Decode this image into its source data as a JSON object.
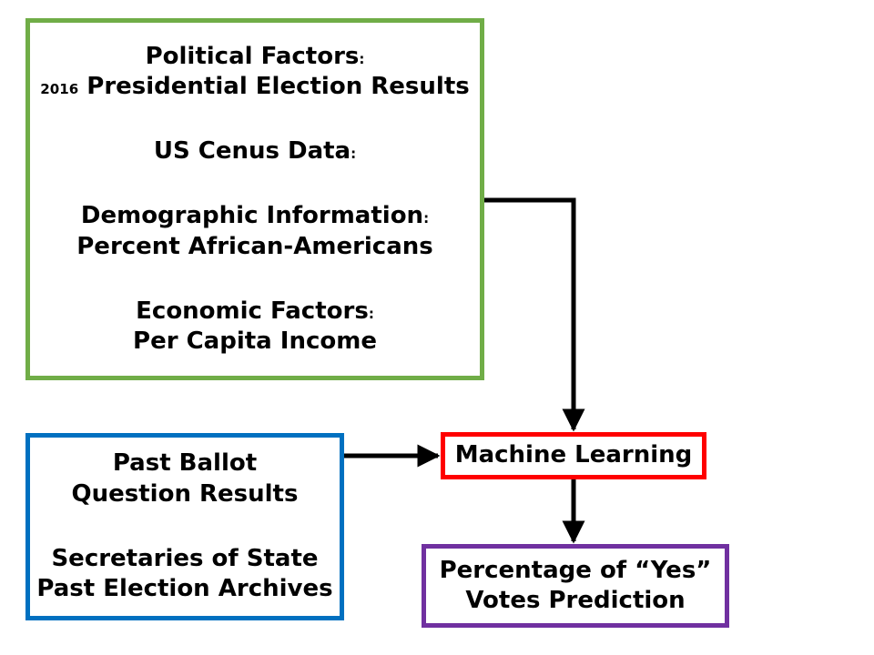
{
  "colors": {
    "green_border": "#70ad47",
    "blue_border": "#0070c0",
    "red_border": "#ff0000",
    "purple_border": "#7030a0",
    "arrow": "#000000"
  },
  "green_box": {
    "political_label": "Political Factors",
    "political_colon": ":",
    "year": "2016",
    "election_results": "Presidential Election Results",
    "census_label": "US Cenus Data",
    "census_colon": ":",
    "demographic_label": "Demographic Information",
    "demographic_colon": ":",
    "demographic_detail": "Percent African-Americans",
    "economic_label": "Economic Factors",
    "economic_colon": ":",
    "economic_detail": "Per Capita Income"
  },
  "blue_box": {
    "line1": "Past Ballot",
    "line2": "Question Results",
    "line3": "Secretaries of State",
    "line4": "Past Election Archives"
  },
  "red_box": {
    "label": "Machine Learning"
  },
  "purple_box": {
    "line1": "Percentage of “Yes”",
    "line2": "Votes Prediction"
  }
}
